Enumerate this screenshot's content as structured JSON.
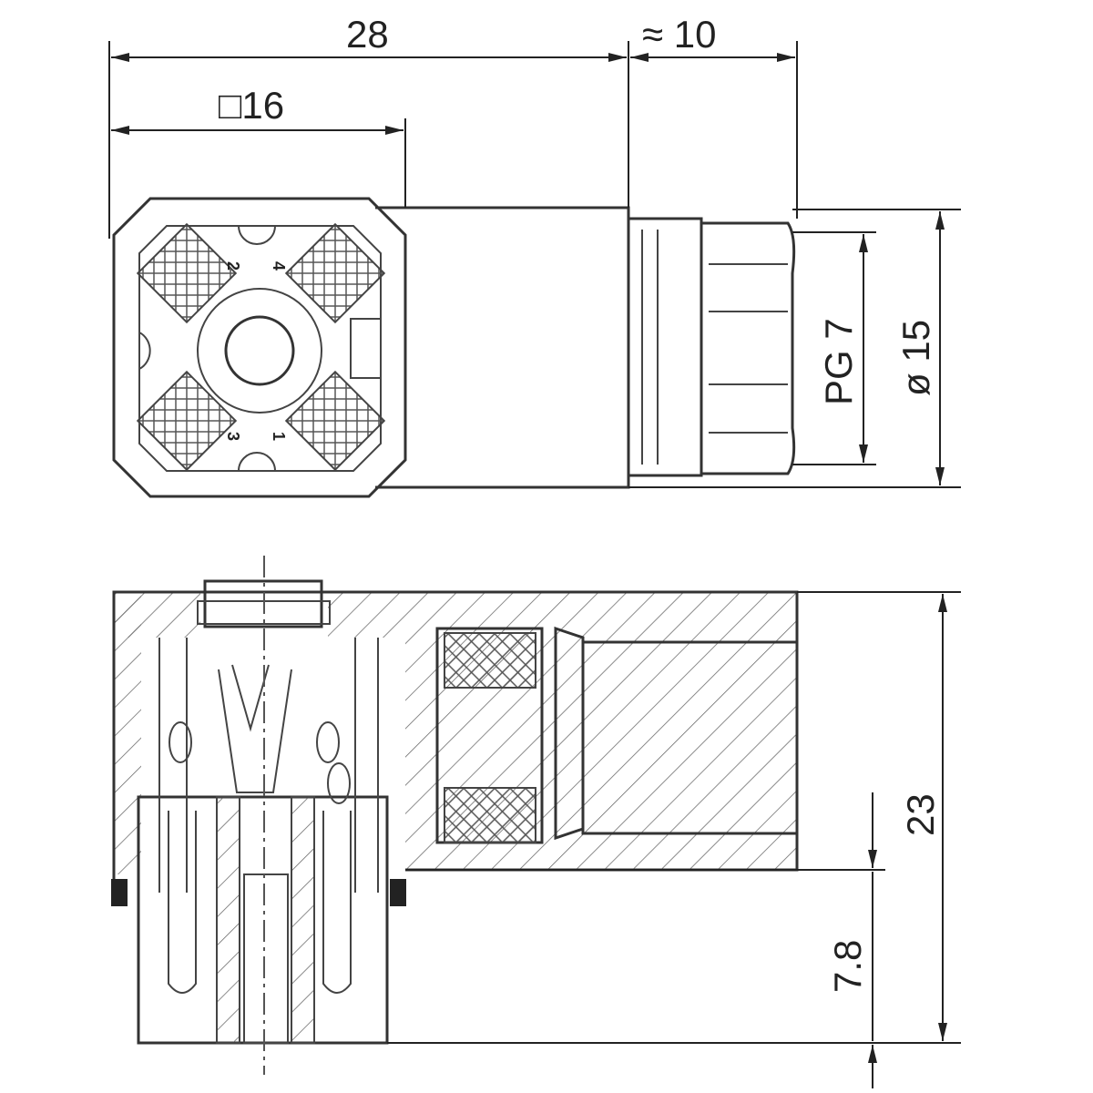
{
  "dimensions": {
    "overall_length": "28",
    "gland_length": "≈ 10",
    "square_face": "□16",
    "thread": "PG 7",
    "diameter": "ø 15",
    "height": "23",
    "pin_length": "7.8"
  },
  "pin_labels": [
    "2",
    "4",
    "3",
    "1"
  ]
}
